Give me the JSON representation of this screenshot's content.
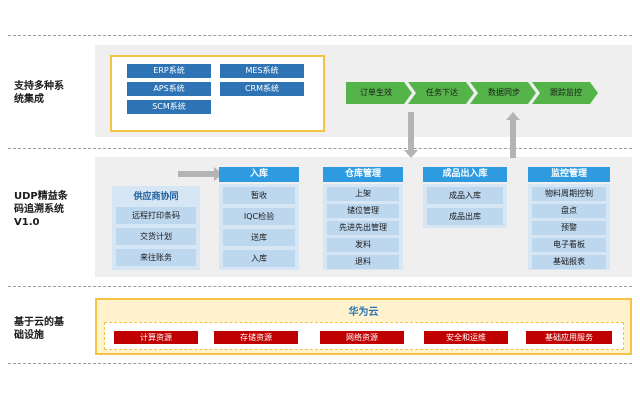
{
  "rows": {
    "integration": {
      "line1": "支持多种系",
      "line2": "统集成"
    },
    "udp": {
      "line1": "UDP精益条",
      "line2": "码追溯系统",
      "line3": "V1.0"
    },
    "infra": {
      "line1": "基于云的基",
      "line2": "础设施"
    }
  },
  "systems": [
    "ERP系统",
    "MES系统",
    "APS系统",
    "CRM系统",
    "SCM系统"
  ],
  "flow_steps": [
    "订单生效",
    "任务下达",
    "数据同步",
    "跟踪监控"
  ],
  "supplier": {
    "title": "供应商协同",
    "items": [
      "远程打印条码",
      "交货计划",
      "来往账务"
    ]
  },
  "inbound": {
    "title": "入库",
    "items": [
      "暂收",
      "IQC检验",
      "送库",
      "入库"
    ]
  },
  "warehouse": {
    "title": "仓库管理",
    "items": [
      "上架",
      "储位管理",
      "先进先出管理",
      "发料",
      "退料"
    ]
  },
  "finished": {
    "title": "成品出入库",
    "items": [
      "成品入库",
      "成品出库"
    ]
  },
  "monitor": {
    "title": "监控管理",
    "items": [
      "物料周期控制",
      "盘点",
      "预警",
      "电子看板",
      "基础报表"
    ]
  },
  "cloud": {
    "title": "华为云",
    "items": [
      "计算资源",
      "存储资源",
      "网络资源",
      "安全和运维",
      "基础应用服务"
    ]
  },
  "colors": {
    "dark_blue": "#2e74b5",
    "header_blue": "#2e9be0",
    "light_blue": "#bdd7ee",
    "green": "#55b449",
    "red": "#c00000",
    "gold_border": "#f5c342"
  }
}
